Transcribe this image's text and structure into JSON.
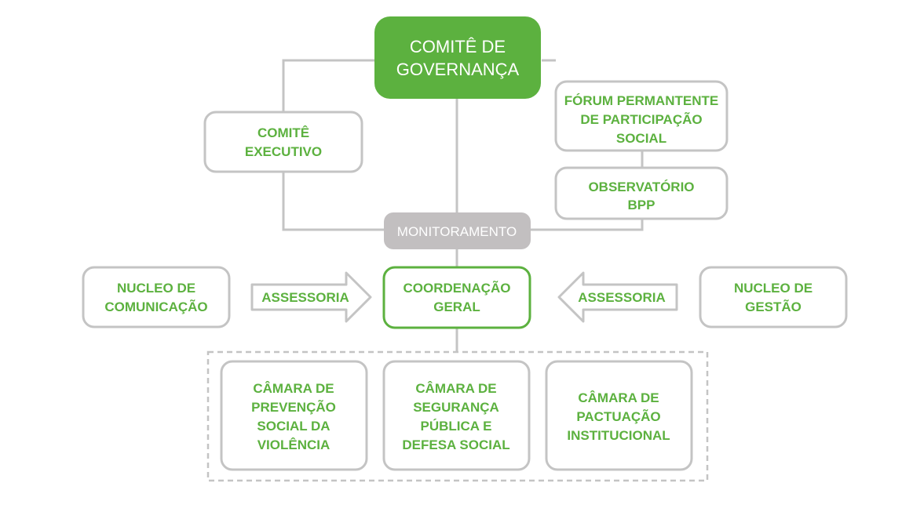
{
  "colors": {
    "accent_green": "#5cb13f",
    "box_border_gray": "#c4c4c4",
    "monitor_gray": "#c2bfc0",
    "text_white": "#ffffff"
  },
  "diagram": {
    "comite_governanca": [
      "COMITÊ DE",
      "GOVERNANÇA"
    ],
    "comite_executivo": [
      "COMITÊ",
      "EXECUTIVO"
    ],
    "forum": [
      "FÓRUM PERMANTENTE",
      "DE PARTICIPAÇÃO",
      "SOCIAL"
    ],
    "observatorio": [
      "OBSERVATÓRIO",
      "BPP"
    ],
    "monitoramento": "MONITORAMENTO",
    "nucleo_comunicacao": [
      "NUCLEO DE",
      "COMUNICAÇÃO"
    ],
    "assessoria_left": "ASSESSORIA",
    "coordenacao": [
      "COORDENAÇÃO",
      "GERAL"
    ],
    "assessoria_right": "ASSESSORIA",
    "nucleo_gestao": [
      "NUCLEO DE",
      "GESTÃO"
    ],
    "camara_prevencao": [
      "CÂMARA DE",
      "PREVENÇÃO",
      "SOCIAL DA",
      "VIOLÊNCIA"
    ],
    "camara_seguranca": [
      "CÂMARA DE",
      "SEGURANÇA",
      "PÚBLICA E",
      "DEFESA SOCIAL"
    ],
    "camara_pactuacao": [
      "CÂMARA DE",
      "PACTUAÇÃO",
      "INSTITUCIONAL"
    ]
  }
}
